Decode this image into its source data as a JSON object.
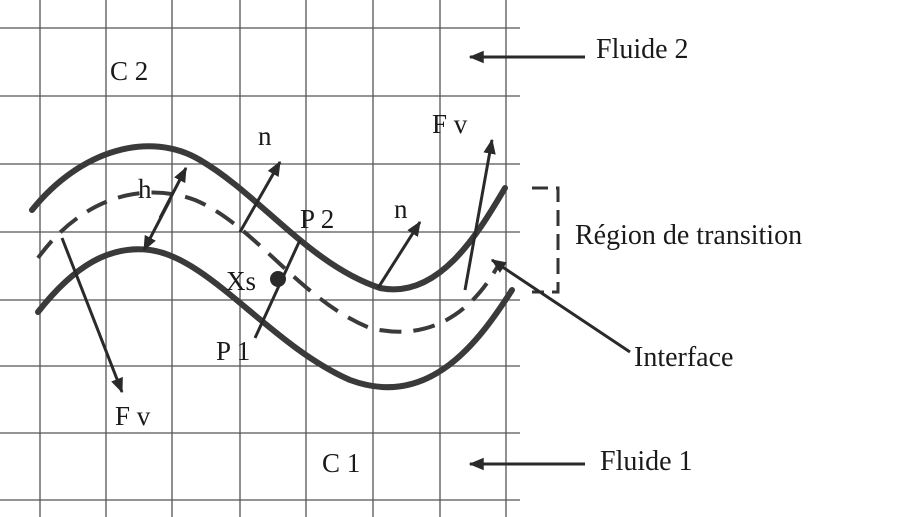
{
  "labels": {
    "c2": "C 2",
    "c1": "C 1",
    "fluide2": "Fluide 2",
    "fluide1": "Fluide 1",
    "region": "Région de transition",
    "interface": "Interface",
    "fv_top": "F v",
    "fv_bottom": "F v",
    "n_left": "n",
    "n_right": "n",
    "h": "h",
    "p2": "P 2",
    "p1": "P 1",
    "xs": "Xs"
  }
}
